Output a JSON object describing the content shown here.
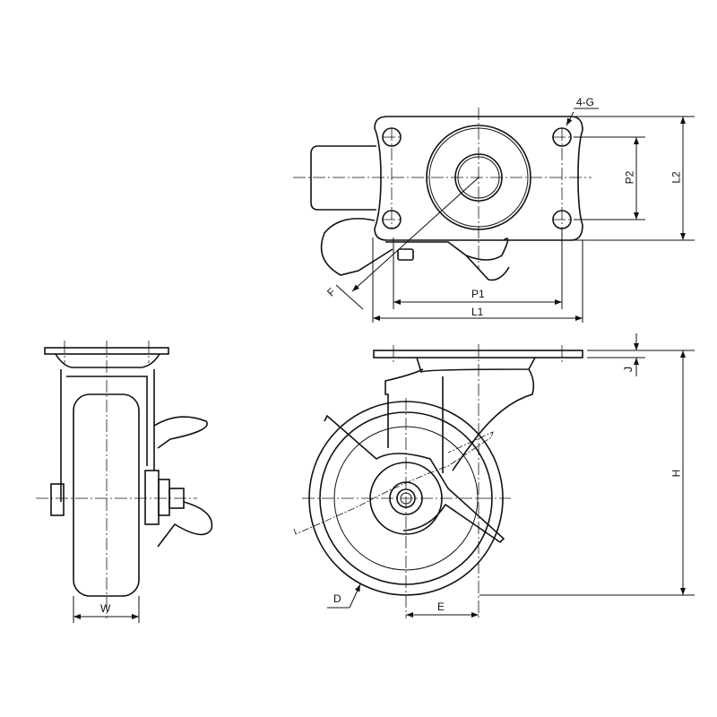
{
  "drawing": {
    "top_view": {
      "labels": {
        "holes": "4-G",
        "p2": "P2",
        "l2": "L2",
        "f": "F",
        "p1": "P1",
        "l1": "L1"
      }
    },
    "side_view": {
      "labels": {
        "j": "J",
        "h": "H",
        "d": "D",
        "e": "E"
      }
    },
    "front_view": {
      "labels": {
        "w": "W"
      }
    }
  }
}
